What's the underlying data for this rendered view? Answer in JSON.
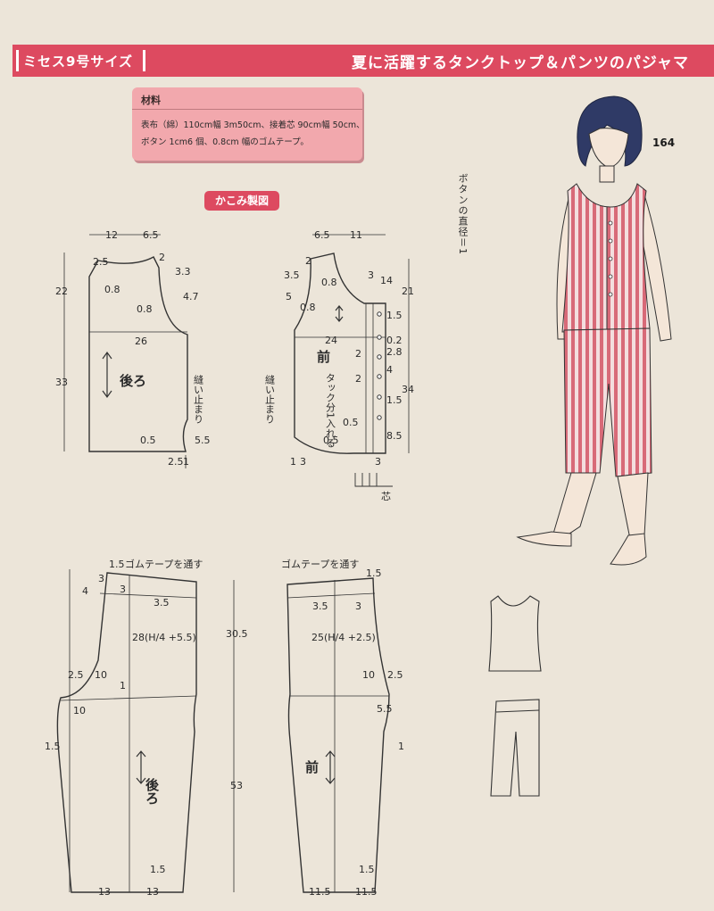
{
  "header": {
    "size_label": "ミセス9号サイズ",
    "title": "夏に活躍するタンクトップ＆パンツのパジャマ"
  },
  "materials": {
    "heading": "材料",
    "line1": "表布（綿）110cm幅 3m50cm、接着芯 90cm幅 50cm、",
    "line2": "ボタン 1cm6 個、0.8cm 幅のゴムテープ。"
  },
  "kakomi_label": "かこみ製図",
  "page_number": "164",
  "button_note": "ボタンの直径＝1",
  "back_bodice": {
    "title": "後ろ",
    "note": "縫い止まり",
    "dims": [
      "12",
      "6.5",
      "2.5",
      "2",
      "3.3",
      "4.7",
      "0.8",
      "0.8",
      "26",
      "22",
      "33",
      "0.5",
      "5.5",
      "2.5",
      "1"
    ]
  },
  "front_bodice": {
    "title": "前",
    "note": "縫い止まり",
    "tuck": "タック分1入れる",
    "interfacing": "芯",
    "dims": [
      "6.5",
      "11",
      "2",
      "3.5",
      "5",
      "0.8",
      "0.8",
      "3",
      "14",
      "1.5",
      "24",
      "0.2",
      "2.8",
      "2",
      "2",
      "4",
      "1.5",
      "0.5",
      "0.5",
      "8.5",
      "21",
      "34",
      "1",
      "3",
      "3"
    ]
  },
  "back_pants": {
    "title": "後ろ",
    "elastic": "ゴムテープを通す",
    "formula": "28(H/4 +5.5)",
    "dims": [
      "1.5",
      "3",
      "4",
      "3",
      "3.5",
      "2.5",
      "10",
      "1",
      "10",
      "1.5",
      "1.5",
      "13",
      "13"
    ]
  },
  "front_pants": {
    "title": "前",
    "elastic": "ゴムテープを通す",
    "formula": "25(H/4 +2.5)",
    "dims": [
      "1.5",
      "3.5",
      "3",
      "30.5",
      "10",
      "2.5",
      "5.5",
      "1",
      "53",
      "1.5",
      "11.5",
      "11.5"
    ]
  },
  "colors": {
    "accent": "#dd4a60",
    "materials_bg": "#f2a8ad",
    "paper": "#ece5d9",
    "stripe": "#d86a78"
  },
  "icons": [
    "grain-arrow-icon",
    "fashion-figure-illustration",
    "tank-top-icon",
    "pants-icon"
  ]
}
